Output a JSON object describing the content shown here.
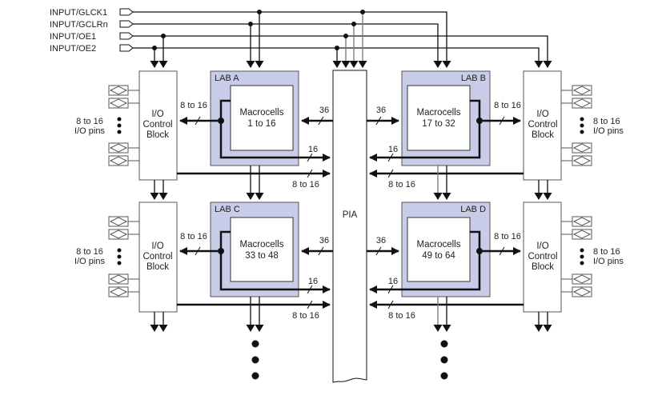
{
  "inputs": [
    {
      "label": "INPUT/GLCK1"
    },
    {
      "label": "INPUT/GCLRn"
    },
    {
      "label": "INPUT/OE1"
    },
    {
      "label": "INPUT/OE2"
    }
  ],
  "pia": {
    "label": "PIA"
  },
  "labs": [
    {
      "name": "LAB A",
      "cell_title": "Macrocells",
      "cell_range": "1 to 16"
    },
    {
      "name": "LAB B",
      "cell_title": "Macrocells",
      "cell_range": "17 to 32"
    },
    {
      "name": "LAB C",
      "cell_title": "Macrocells",
      "cell_range": "33 to 48"
    },
    {
      "name": "LAB D",
      "cell_title": "Macrocells",
      "cell_range": "49 to 64"
    }
  ],
  "io_block": {
    "line1": "I/O",
    "line2": "Control",
    "line3": "Block"
  },
  "io_pins": {
    "line1": "8 to 16",
    "line2": "I/O pins"
  },
  "bus_labels": {
    "pia_to_lab": "36",
    "lab_to_pia": "16",
    "io_to_pia": "8 to 16",
    "lab_to_io": "8 to 16"
  },
  "colors": {
    "lab_fill": "#c8cce8",
    "lab_border": "#555555",
    "line": "#111111"
  }
}
